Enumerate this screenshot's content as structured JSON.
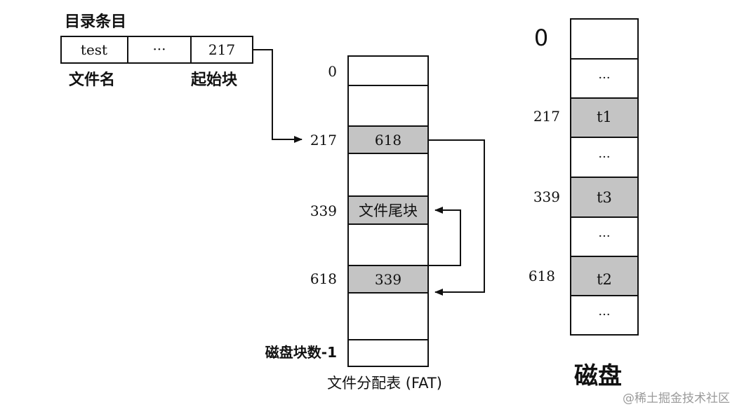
{
  "directory": {
    "title": "目录条目",
    "cells": [
      "test",
      "···",
      "217"
    ],
    "label_name": "文件名",
    "label_start": "起始块"
  },
  "fat": {
    "caption": "文件分配表 (FAT)",
    "labels": {
      "zero": "0",
      "b217": "217",
      "b339": "339",
      "b618": "618",
      "last": "磁盘块数-1"
    },
    "entries": {
      "e217": "618",
      "e339": "文件尾块",
      "e618": "339"
    }
  },
  "disk": {
    "caption": "磁盘",
    "labels": {
      "zero": "0",
      "b217": "217",
      "b339": "339",
      "b618": "618"
    },
    "dots": [
      "···",
      "···",
      "···",
      "···"
    ],
    "blocks": {
      "t1": "t1",
      "t3": "t3",
      "t2": "t2"
    }
  },
  "watermark": "@稀土掘金技术社区",
  "colors": {
    "filled": "#c4c4c4",
    "empty": "#ffffff",
    "line": "#111111"
  }
}
